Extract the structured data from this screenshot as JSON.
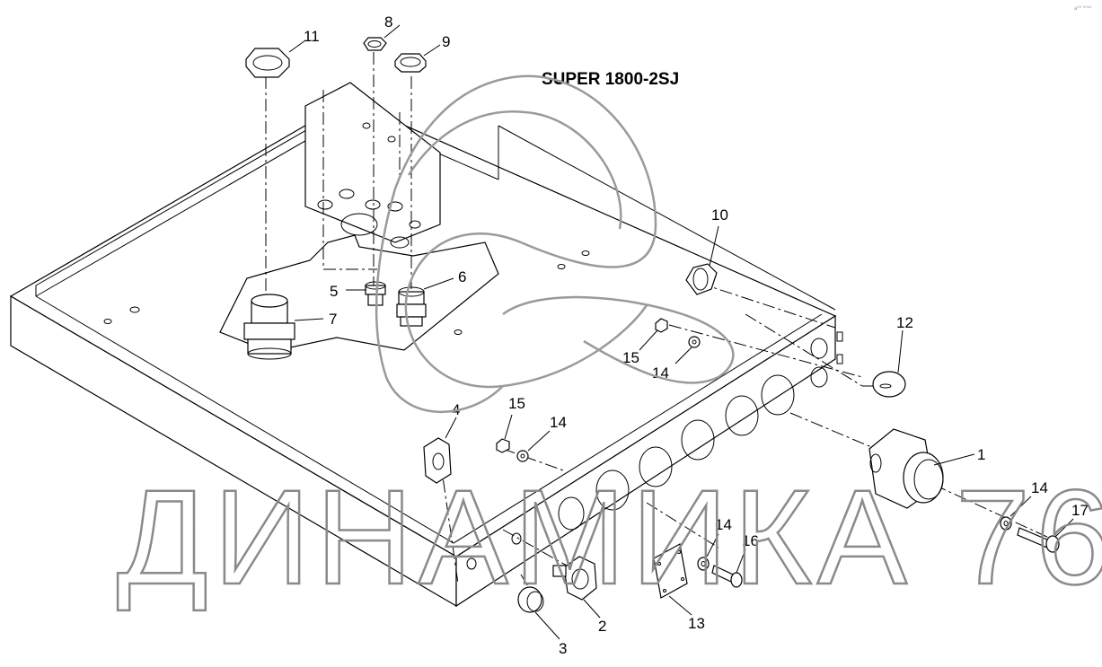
{
  "title": "SUPER 1800-2SJ",
  "watermark": "ДИНАМИКА 76",
  "corner_mark": "a⁰⁰ ⁰⁰⁰⁰",
  "callouts": {
    "c1": "1",
    "c2": "2",
    "c3": "3",
    "c4": "4",
    "c5": "5",
    "c6": "6",
    "c7": "7",
    "c8": "8",
    "c9": "9",
    "c10": "10",
    "c11": "11",
    "c12": "12",
    "c13": "13",
    "c14a": "14",
    "c14b": "14",
    "c14c": "14",
    "c14d": "14",
    "c15a": "15",
    "c15b": "15",
    "c16": "16",
    "c17": "17"
  }
}
